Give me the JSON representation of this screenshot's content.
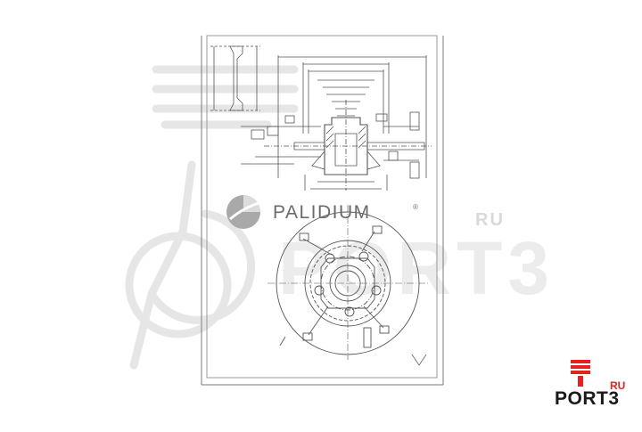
{
  "brand": {
    "name": "PALIDIUM",
    "registered": "®"
  },
  "watermark": {
    "suffix": "RU",
    "wordmark": "PORT3"
  },
  "logo": {
    "ru": "RU",
    "name": "PORT3",
    "accent": "#e32222"
  }
}
